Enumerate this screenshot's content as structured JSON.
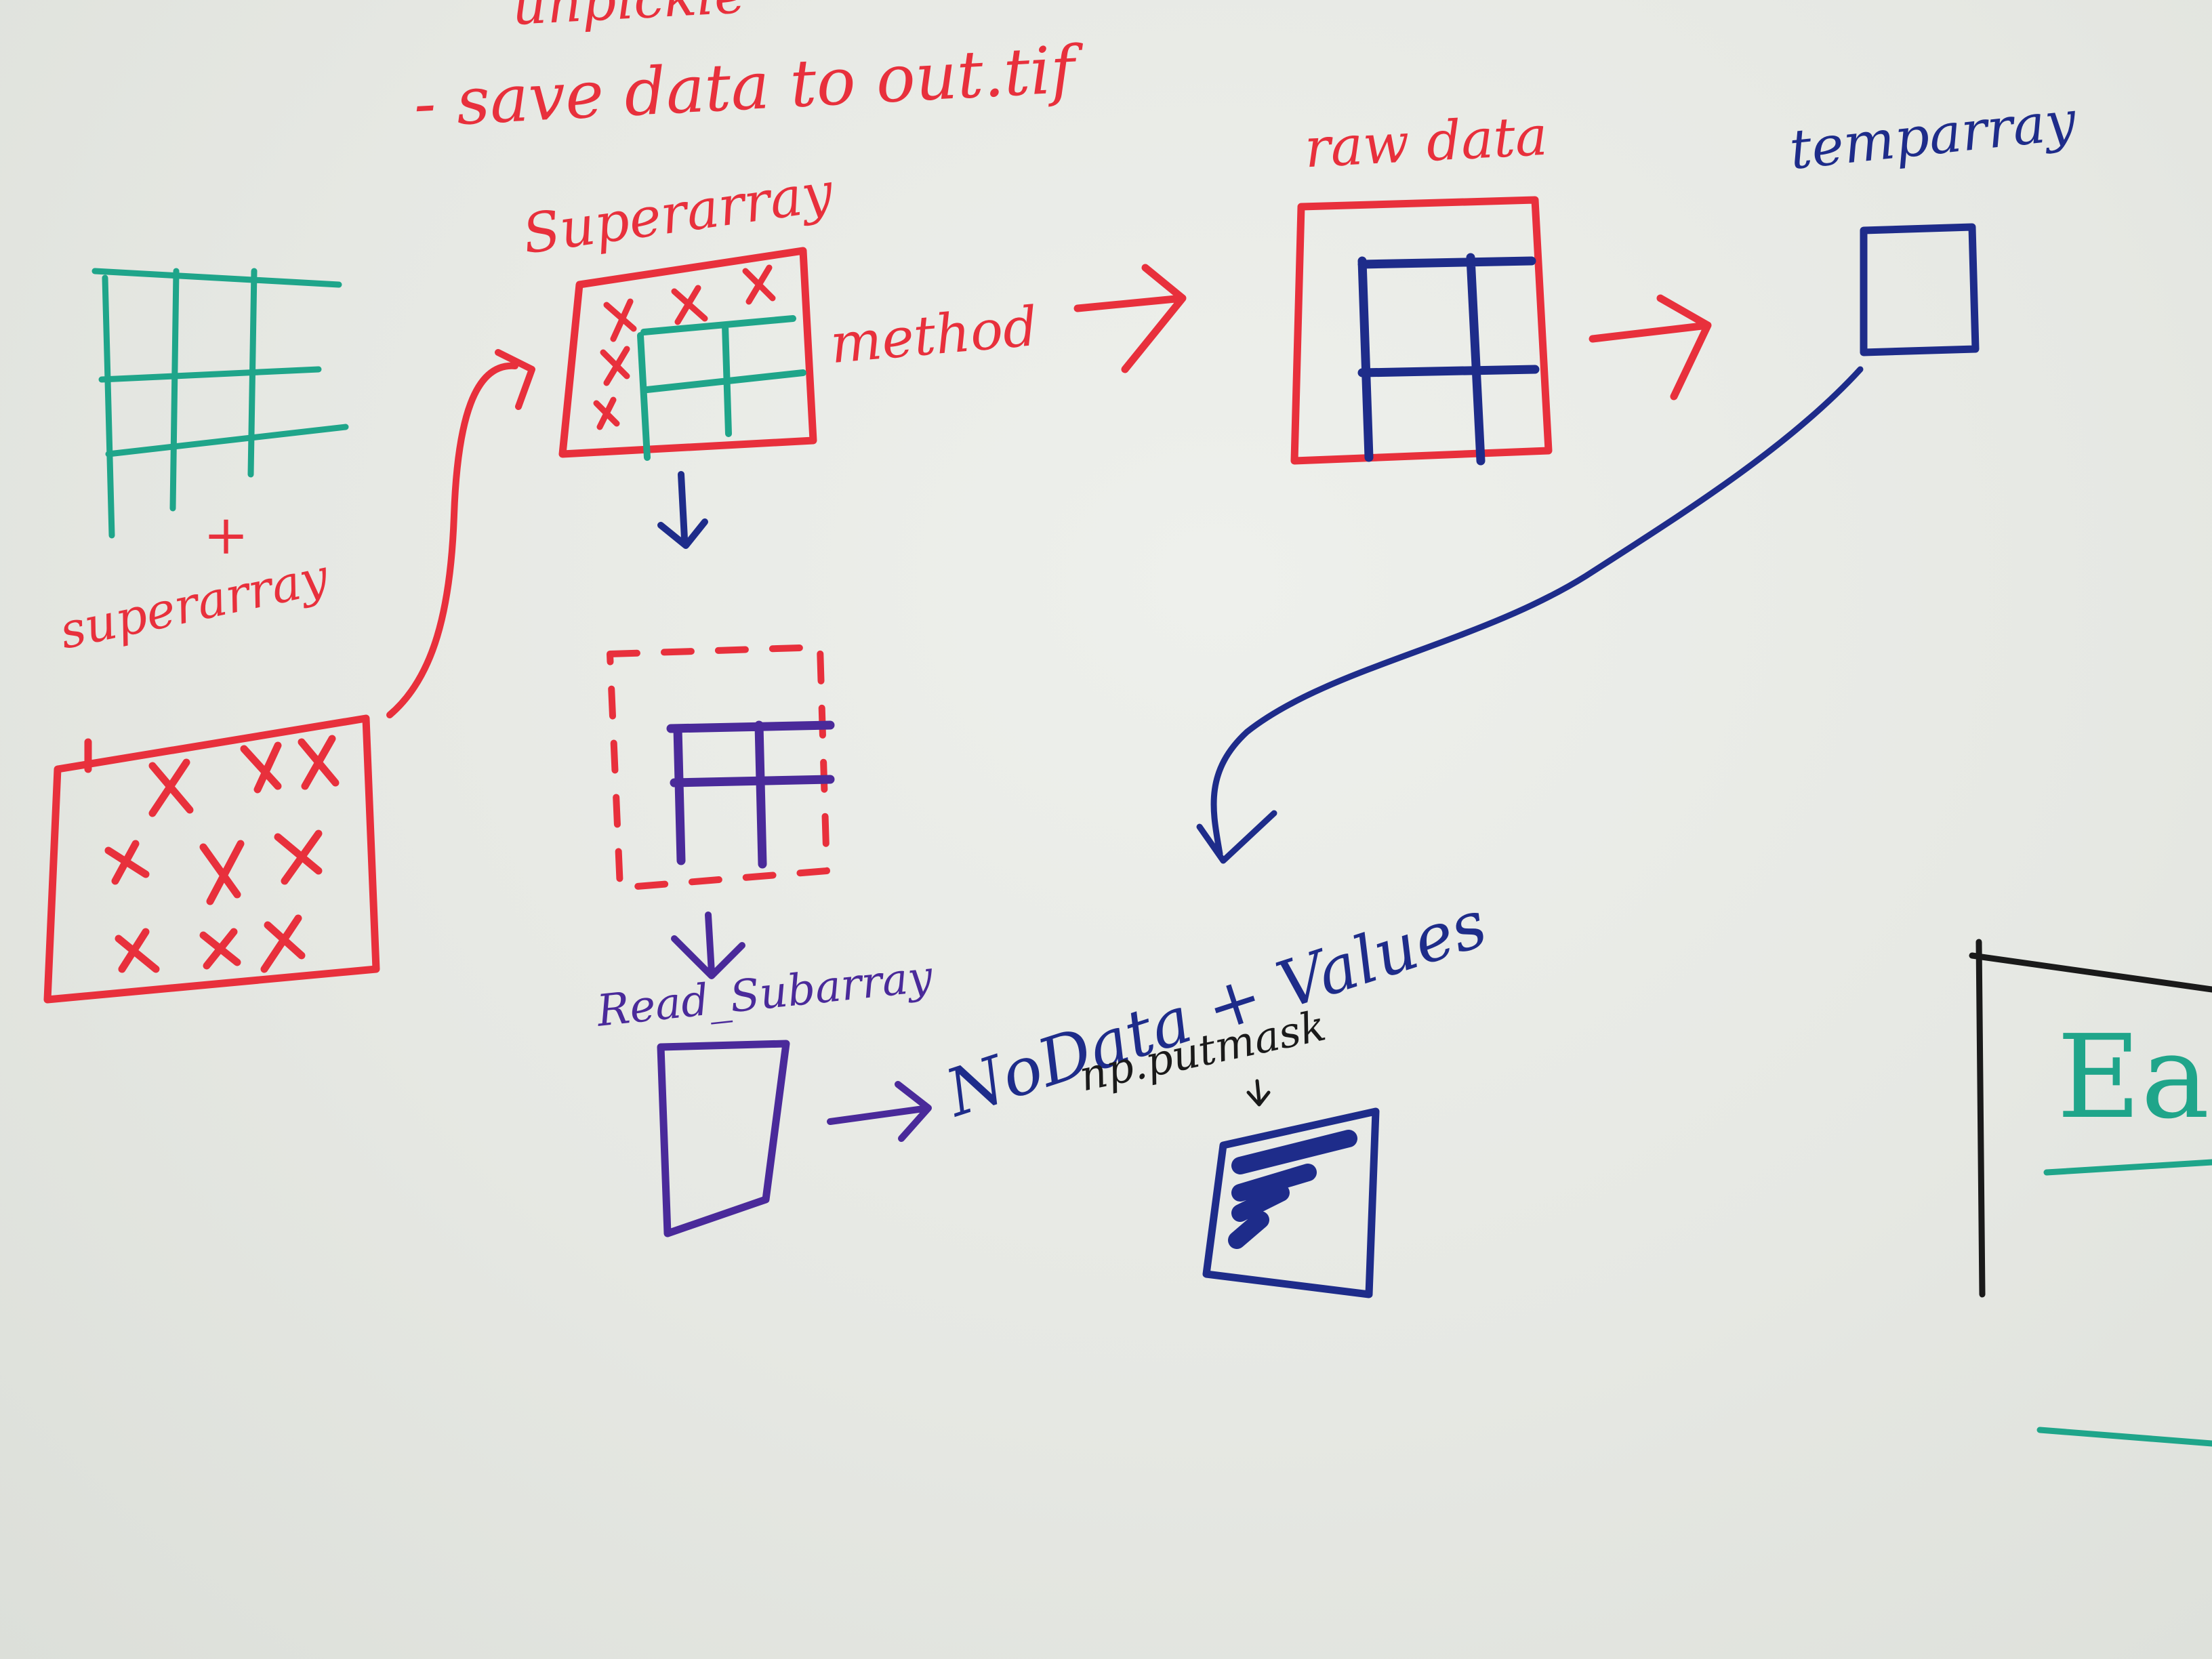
{
  "labels": {
    "top_note_1": "unpickle",
    "top_note_2": "- save data to out.tif",
    "superarray_top": "Superarray",
    "method": "method",
    "raw_data": "raw data",
    "temp_array": "temparray",
    "plus_sign": "+",
    "superarray_left": "superarray",
    "read_subarray": "Read_Subarray",
    "nodata_values": "NoData + Values",
    "np_putmask": "np.putmask",
    "right_edge": "Ea"
  },
  "colors": {
    "board": "#e6e8e3",
    "red_marker": "#e8303c",
    "green_marker": "#1fa58a",
    "blue_marker": "#1e2c8a",
    "purple_marker": "#4a2a9a",
    "black_marker": "#1a1a1a"
  }
}
